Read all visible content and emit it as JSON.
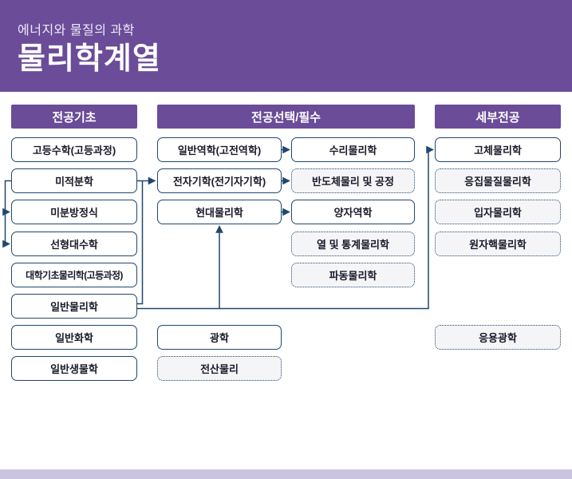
{
  "header": {
    "subtitle": "에너지와 물질의 과학",
    "title": "물리학계열"
  },
  "columns": {
    "basic": {
      "header": "전공기초",
      "boxes": [
        {
          "label": "고등수학(고등과정)",
          "variant": "solid"
        },
        {
          "label": "미적분학",
          "variant": "solid"
        },
        {
          "label": "미분방정식",
          "variant": "solid"
        },
        {
          "label": "선형대수학",
          "variant": "solid"
        },
        {
          "label": "대학기초물리학(고등과정)",
          "variant": "solid"
        },
        {
          "label": "일반물리학",
          "variant": "solid"
        },
        {
          "label": "일반화학",
          "variant": "solid"
        },
        {
          "label": "일반생물학",
          "variant": "solid"
        }
      ]
    },
    "elective": {
      "header": "전공선택/필수",
      "left": [
        {
          "label": "일반역학(고전역학)",
          "variant": "solid"
        },
        {
          "label": "전자기학(전기자기학)",
          "variant": "solid"
        },
        {
          "label": "현대물리학",
          "variant": "solid"
        },
        {
          "label": "광학",
          "variant": "solid"
        },
        {
          "label": "전산물리",
          "variant": "dotted"
        }
      ],
      "right": [
        {
          "label": "수리물리학",
          "variant": "solid"
        },
        {
          "label": "반도체물리 및 공정",
          "variant": "dotted"
        },
        {
          "label": "양자역학",
          "variant": "solid"
        },
        {
          "label": "열 및 통계물리학",
          "variant": "dotted"
        },
        {
          "label": "파동물리학",
          "variant": "dotted"
        }
      ]
    },
    "detail": {
      "header": "세부전공",
      "boxes": [
        {
          "label": "고체물리학",
          "variant": "solid"
        },
        {
          "label": "응집물질물리학",
          "variant": "dotted"
        },
        {
          "label": "입자물리학",
          "variant": "dotted"
        },
        {
          "label": "원자핵물리학",
          "variant": "dotted"
        },
        {
          "label": "응용광학",
          "variant": "dotted"
        }
      ]
    }
  },
  "colors": {
    "purple": "#6a4c98",
    "line": "#21476e",
    "node-text": "#1a1a2b",
    "footer": "#cbc4e0"
  }
}
